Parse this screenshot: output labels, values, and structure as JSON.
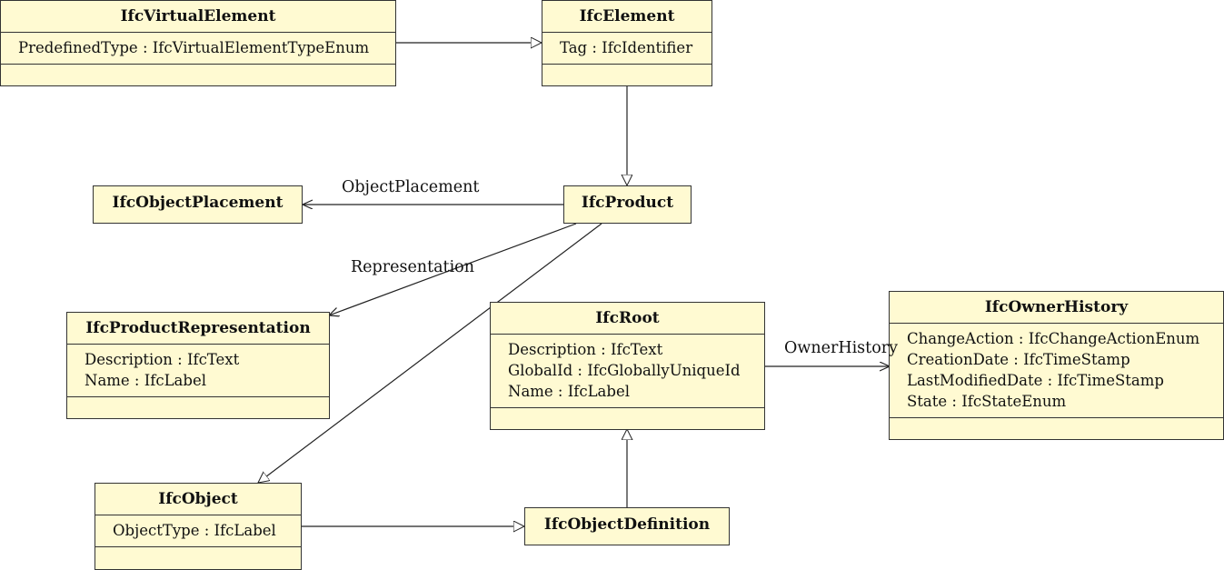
{
  "classes": {
    "virtual_element": {
      "name": "IfcVirtualElement",
      "attributes": [
        "PredefinedType : IfcVirtualElementTypeEnum"
      ]
    },
    "element": {
      "name": "IfcElement",
      "attributes": [
        "Tag : IfcIdentifier"
      ]
    },
    "object_placement": {
      "name": "IfcObjectPlacement"
    },
    "product": {
      "name": "IfcProduct"
    },
    "product_representation": {
      "name": "IfcProductRepresentation",
      "attributes": [
        "Description : IfcText",
        "Name : IfcLabel"
      ]
    },
    "root": {
      "name": "IfcRoot",
      "attributes": [
        "Description : IfcText",
        "GlobalId : IfcGloballyUniqueId",
        "Name : IfcLabel"
      ]
    },
    "owner_history": {
      "name": "IfcOwnerHistory",
      "attributes": [
        "ChangeAction : IfcChangeActionEnum",
        "CreationDate : IfcTimeStamp",
        "LastModifiedDate : IfcTimeStamp",
        "State : IfcStateEnum"
      ]
    },
    "object": {
      "name": "IfcObject",
      "attributes": [
        "ObjectType : IfcLabel"
      ]
    },
    "object_definition": {
      "name": "IfcObjectDefinition"
    }
  },
  "associations": {
    "object_placement": "ObjectPlacement",
    "representation": "Representation",
    "owner_history": "OwnerHistory"
  },
  "colors": {
    "class_fill": "#fffad2",
    "line": "#333333"
  }
}
